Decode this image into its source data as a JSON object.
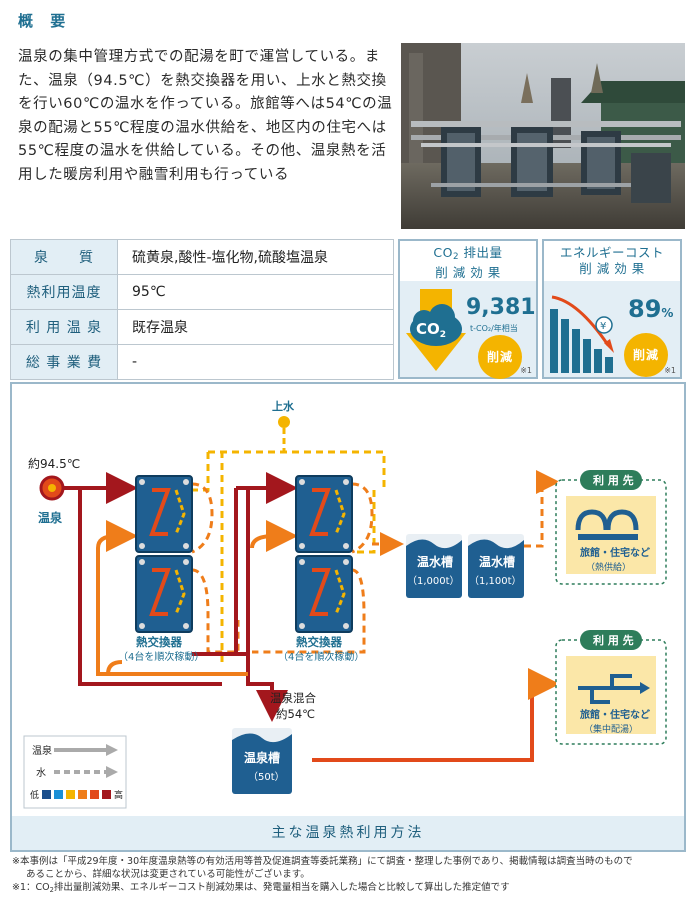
{
  "section": {
    "title": "概 要"
  },
  "intro": {
    "paragraph": "温泉の集中管理方式での配湯を町で運営している。また、温泉（94.5℃）を熱交換器を用い、上水と熱交換を行い60℃の温水を作っている。旅館等へは54℃の温泉の配湯と55℃程度の温水供給を、地区内の住宅へは55℃程度の温水を供給している。その他、温泉熱を活用した暖房利用や融雪利用も行っている"
  },
  "info": {
    "rows": [
      {
        "label": "泉　　質",
        "value": "硫黄泉,酸性-塩化物,硫酸塩温泉"
      },
      {
        "label": "熱利用温度",
        "value": "95℃"
      },
      {
        "label": "利 用 温 泉",
        "value": "既存温泉"
      },
      {
        "label": "総 事 業 費",
        "value": "-"
      }
    ]
  },
  "co2_card": {
    "title_prefix": "CO",
    "title_sub": "2",
    "title_suffix": " 排出量",
    "title_line2": "削 減 効 果",
    "value": "9,381",
    "unit": "t-CO₂/年相当",
    "badge": "削減",
    "note": "※1",
    "icon_text": "CO",
    "icon_sub": "2"
  },
  "cost_card": {
    "title_line1": "エネルギーコスト",
    "title_line2": "削 減 効 果",
    "value": "89",
    "unit": "%",
    "badge": "削減",
    "note": "※1",
    "yen_symbol": "¥"
  },
  "diagram": {
    "water_label": "上水",
    "source_temp": "約94.5℃",
    "source_label": "温泉",
    "hx1_label": "熱交換器",
    "hx1_sub": "（4台を順次稼動）",
    "hx2_label": "熱交換器",
    "hx2_sub": "（4台を順次稼動）",
    "mix_label": "温泉混合",
    "mix_temp": "約54℃",
    "tank1_label": "温水槽",
    "tank1_cap": "（1,000t）",
    "tank2_label": "温水槽",
    "tank2_cap": "（1,100t）",
    "tank3_label": "温泉槽",
    "tank3_cap": "（50t）",
    "use1_title": "利 用 先",
    "use1_label": "旅館・住宅など",
    "use1_sub": "（熱供給）",
    "use2_title": "利 用 先",
    "use2_label": "旅館・住宅など",
    "use2_sub": "（集中配湯）",
    "legend_hot": "温泉",
    "legend_water": "水",
    "legend_low": "低",
    "legend_high": "高",
    "legend_colors": [
      "#1a4e8c",
      "#1b8fd6",
      "#f4b400",
      "#ef7d1a",
      "#e24a1a",
      "#a3171d"
    ],
    "caption": "主な温泉熱利用方法"
  },
  "footnotes": {
    "note1": "※本事例は「平成29年度・30年度温泉熱等の有効活用等普及促進調査等委託業務」にて調査・整理した事例であり、掲載情報は調査当時のもので",
    "note1b": "あることから、詳細な状況は変更されている可能性がございます。",
    "note2_prefix": "※1：CO",
    "note2_sub": "2",
    "note2_suffix": "排出量削減効果、エネルギーコスト削減効果は、発電量相当を購入した場合と比較して算出した推定値です"
  }
}
